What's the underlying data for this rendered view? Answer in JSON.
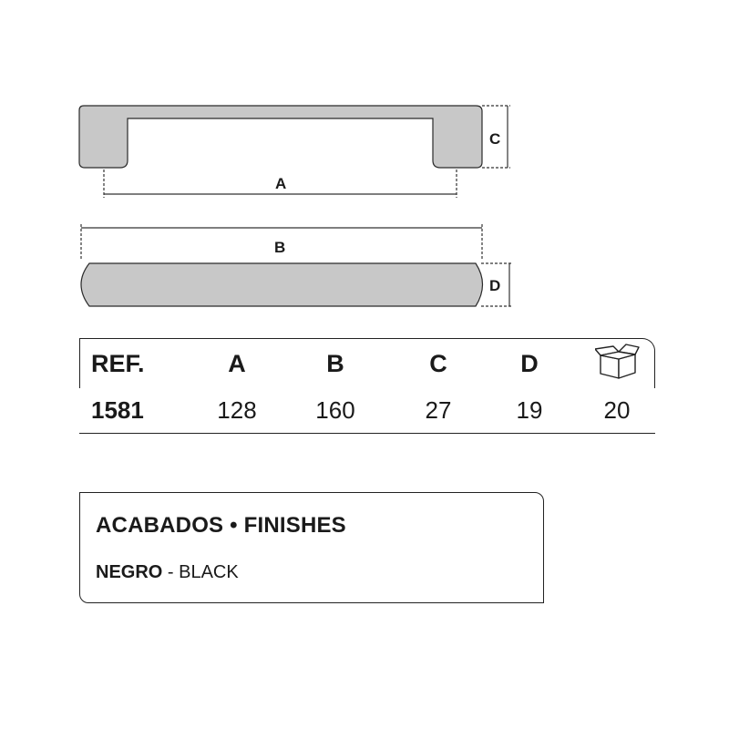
{
  "diagram": {
    "labels": {
      "A": "A",
      "B": "B",
      "C": "C",
      "D": "D"
    },
    "colors": {
      "handle_fill": "#c8c8c8",
      "outline": "#2a2a2a"
    }
  },
  "spec_table": {
    "headers": {
      "ref": "REF.",
      "a": "A",
      "b": "B",
      "c": "C",
      "d": "D",
      "box": "box-icon"
    },
    "row": {
      "ref": "1581",
      "a": "128",
      "b": "160",
      "c": "27",
      "d": "19",
      "box": "20"
    }
  },
  "finishes": {
    "title": "ACABADOS • FINISHES",
    "items": [
      {
        "name": "NEGRO",
        "separator": " - ",
        "translation": "BLACK"
      }
    ]
  }
}
